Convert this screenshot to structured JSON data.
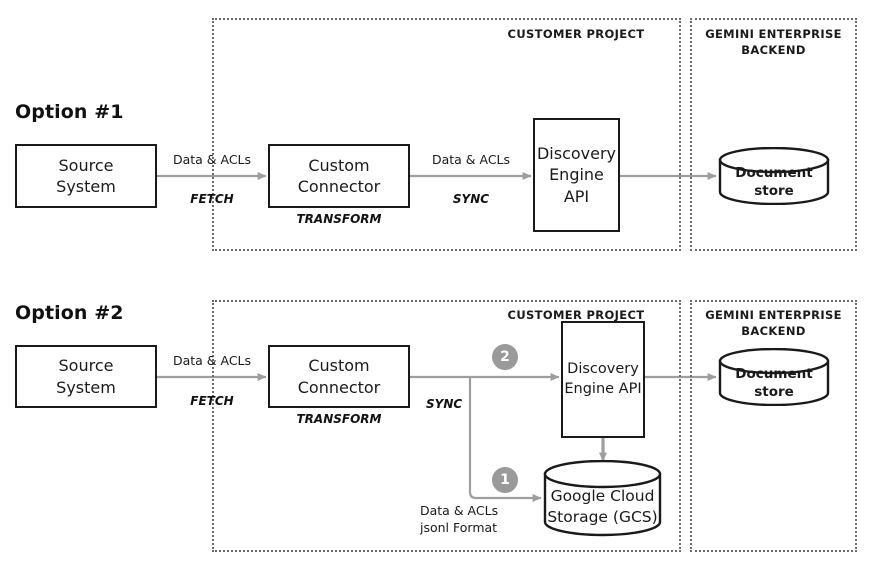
{
  "diagram": {
    "title_option1": "Option #1",
    "title_option2": "Option #2",
    "accent_arrow_color": "#9e9e9e",
    "badge_color": "#9a9a9a",
    "node_border_color": "#1a1a1a",
    "group_border_color": "#6b6b6b"
  },
  "groups": {
    "customer_project": "CUSTOMER PROJECT",
    "gemini_backend": "GEMINI ENTERPRISE\nBACKEND"
  },
  "option1": {
    "nodes": {
      "source_system": "Source\nSystem",
      "custom_connector": "Custom\nConnector",
      "discovery_engine_api": "Discovery\nEngine\nAPI",
      "document_store": "Document\nstore"
    },
    "edges": {
      "fetch_label": "Data & ACLs",
      "fetch_verb": "FETCH",
      "transform_verb": "TRANSFORM",
      "sync_label": "Data & ACLs",
      "sync_verb": "SYNC"
    }
  },
  "option2": {
    "nodes": {
      "source_system": "Source\nSystem",
      "custom_connector": "Custom\nConnector",
      "discovery_engine_api": "Discovery\nEngine API",
      "google_cloud_storage": "Google Cloud\nStorage (GCS)",
      "document_store": "Document\nstore"
    },
    "edges": {
      "fetch_label": "Data & ACLs",
      "fetch_verb": "FETCH",
      "transform_verb": "TRANSFORM",
      "sync_verb": "SYNC",
      "gcs_label": "Data & ACLs\njsonl Format"
    },
    "badges": {
      "step_one": "1",
      "step_two": "2"
    }
  }
}
